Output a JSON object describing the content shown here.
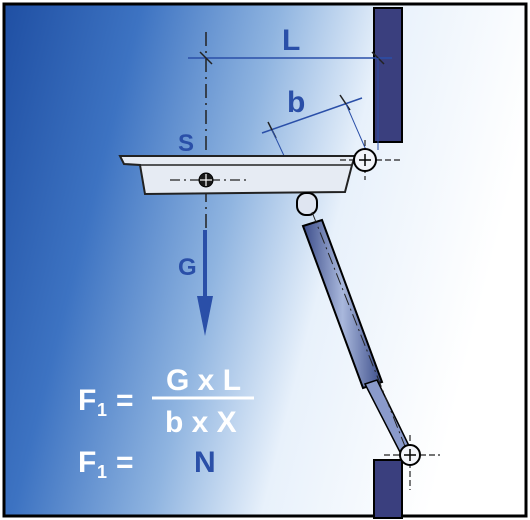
{
  "labels": {
    "L": "L",
    "b": "b",
    "S": "S",
    "G": "G"
  },
  "formula": {
    "lhs": "F",
    "subscript": "1",
    "eq": "=",
    "numerator": "G x L",
    "denominator": "b x X",
    "result_unit": "N"
  },
  "colors": {
    "label": "#2a4fa8",
    "background_dark": "#2456a8",
    "wall": "#333a7a",
    "strut": "#6d7fb0"
  }
}
